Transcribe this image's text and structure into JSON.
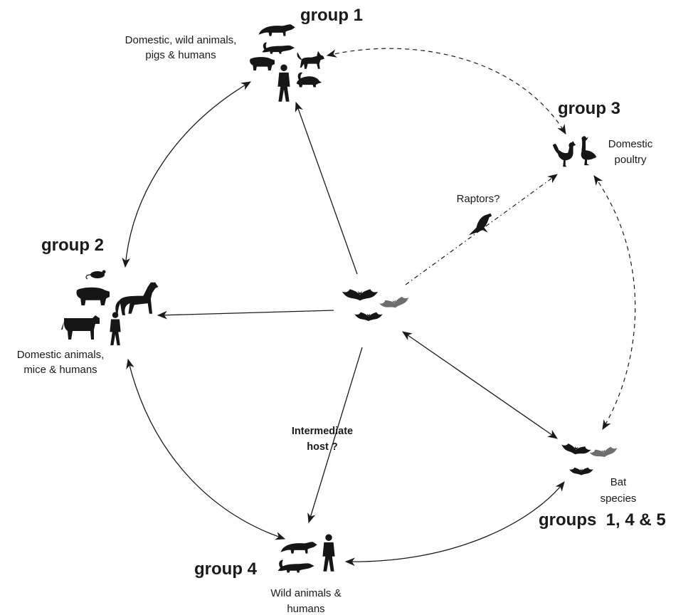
{
  "nodes": {
    "group1": {
      "title": "group 1",
      "desc_line1": "Domestic, wild animals,",
      "desc_line2": "pigs & humans"
    },
    "group2": {
      "title": "group 2",
      "desc_line1": "Domestic animals,",
      "desc_line2": "mice & humans"
    },
    "group3": {
      "title": "group 3",
      "desc_line1": "Domestic",
      "desc_line2": "poultry"
    },
    "group4": {
      "title": "group 4",
      "desc_line1": "Wild animals &",
      "desc_line2": "humans"
    },
    "bat_species": {
      "title": "groups  1, 4 & 5",
      "desc_line1": "Bat",
      "desc_line2": "species"
    }
  },
  "labels": {
    "raptors": "Raptors?",
    "intermediate_line1": "Intermediate",
    "intermediate_line2": "host ?"
  },
  "icons": {
    "bat": "bat-icon",
    "fox": "fox-icon",
    "civet": "civet-icon",
    "badger": "badger-icon",
    "dog": "dog-icon",
    "pig": "pig-icon",
    "human": "human-icon",
    "mouse": "mouse-icon",
    "horse": "horse-icon",
    "cow": "cow-icon",
    "rooster": "rooster-icon",
    "goose": "goose-icon",
    "raptor": "raptor-icon"
  },
  "colors": {
    "ink": "#1a1a1a",
    "silhouette": "#161616",
    "bat_grey": "#6e6e6e",
    "background": "#ffffff"
  }
}
